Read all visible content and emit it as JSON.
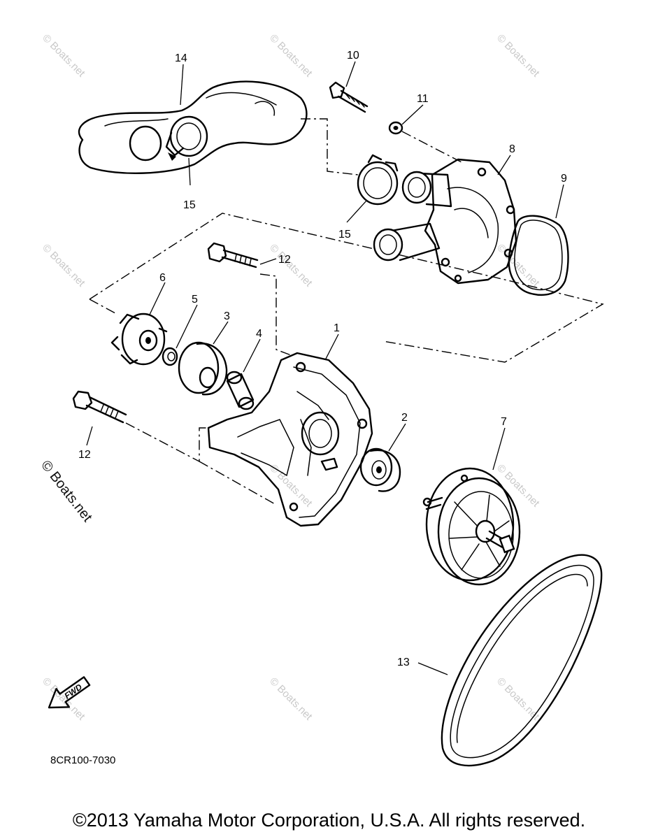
{
  "callouts": [
    "14",
    "10",
    "11",
    "8",
    "9",
    "15",
    "15",
    "12",
    "6",
    "5",
    "3",
    "4",
    "1",
    "12",
    "2",
    "7",
    "13"
  ],
  "watermark": "© Boats.net",
  "fwd_label": "FWD",
  "diagram_code": "8CR100-7030",
  "copyright": "©2013 Yamaha Motor Corporation, U.S.A. All rights reserved."
}
